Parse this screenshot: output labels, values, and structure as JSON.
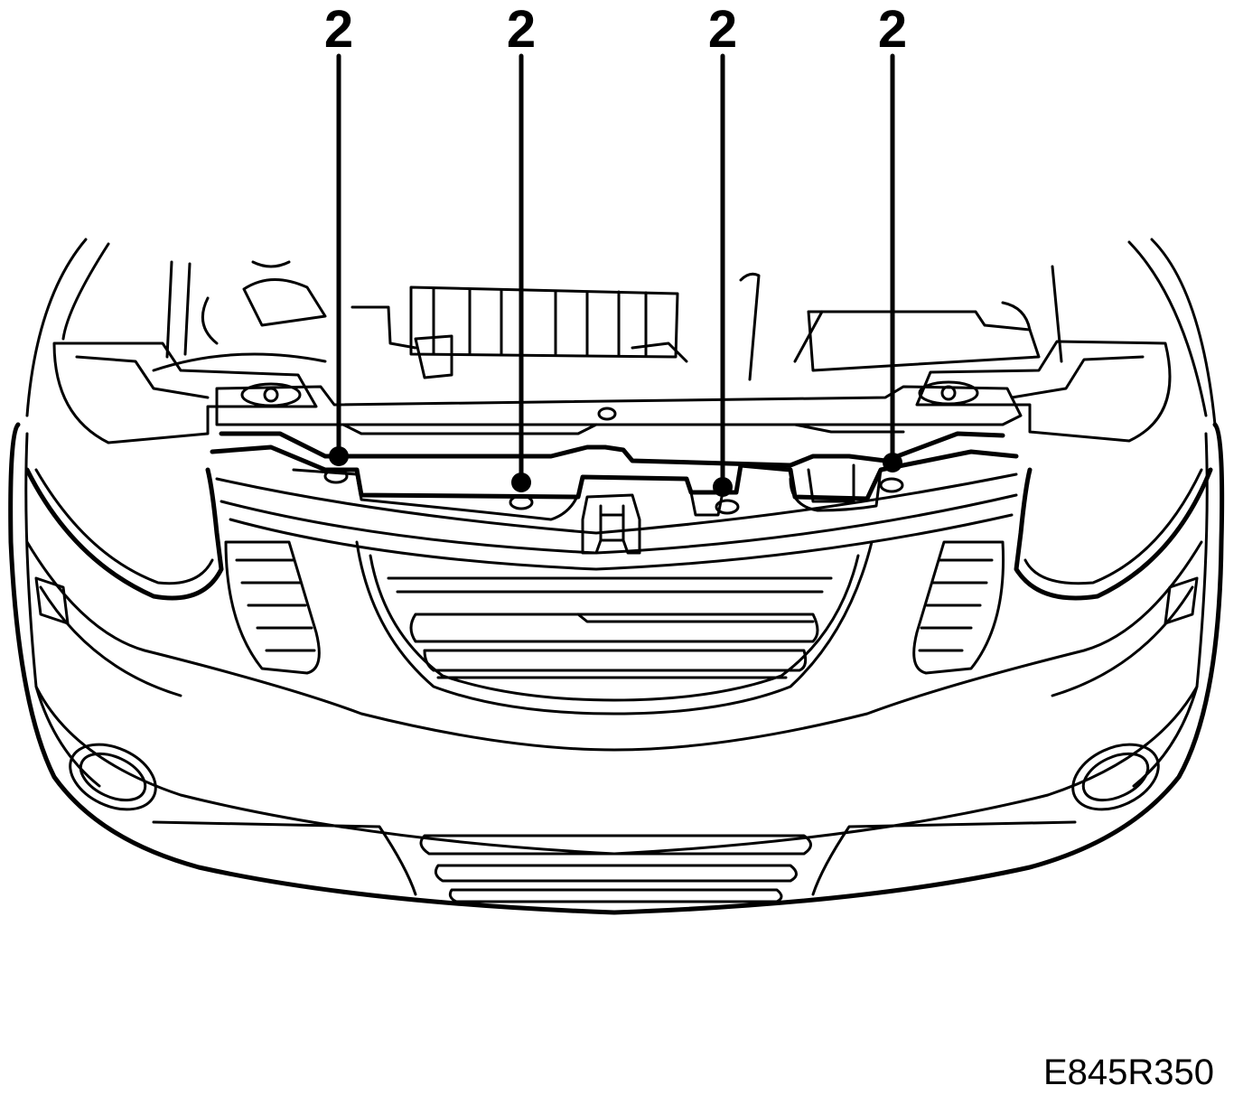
{
  "callouts": [
    {
      "id": "callout-1",
      "label": "2"
    },
    {
      "id": "callout-2",
      "label": "2"
    },
    {
      "id": "callout-3",
      "label": "2"
    },
    {
      "id": "callout-4",
      "label": "2"
    }
  ],
  "figure_code": "E845R350",
  "colors": {
    "line": "#000000",
    "background": "#ffffff"
  }
}
